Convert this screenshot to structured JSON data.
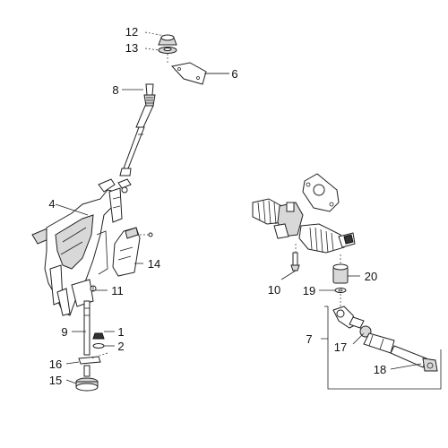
{
  "diagram": {
    "labels": {
      "p1": "1",
      "p2": "2",
      "p4": "4",
      "p6": "6",
      "p7": "7",
      "p8": "8",
      "p9": "9",
      "p10": "10",
      "p11": "11",
      "p12": "12",
      "p13": "13",
      "p14": "14",
      "p15": "15",
      "p16": "16",
      "p17": "17",
      "p18": "18",
      "p19": "19",
      "p20": "20"
    }
  }
}
